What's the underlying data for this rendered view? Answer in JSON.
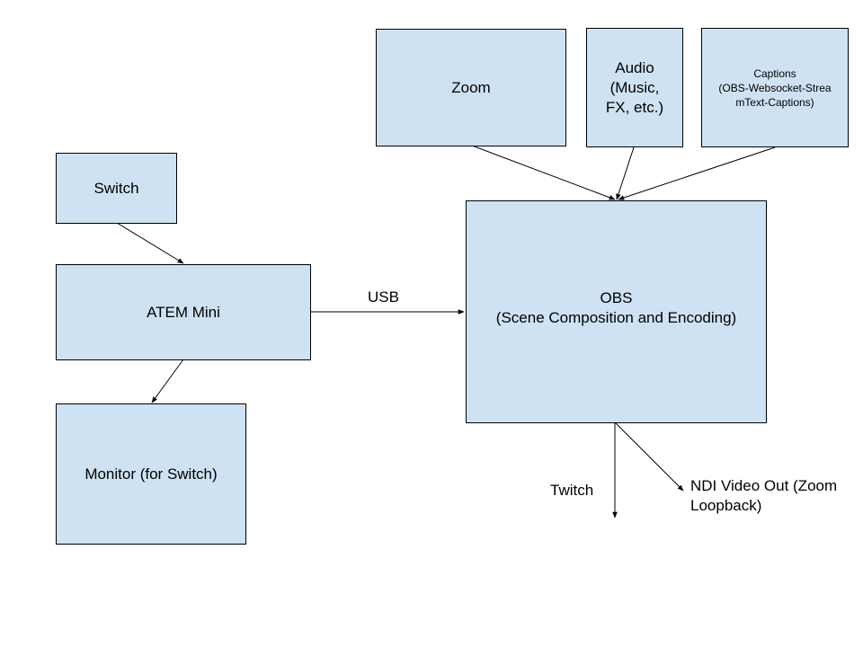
{
  "nodes": {
    "zoom": "Zoom",
    "audio": "Audio\n(Music,\nFX, etc.)",
    "captions": "Captions\n(OBS-Websocket-Strea\nmText-Captions)",
    "switch": "Switch",
    "atem": "ATEM Mini",
    "monitor": "Monitor (for Switch)",
    "obs": "OBS\n(Scene Composition and Encoding)"
  },
  "edge_labels": {
    "usb": "USB",
    "twitch": "Twitch",
    "ndi": "NDI Video Out (Zoom\nLoopback)"
  },
  "colors": {
    "node_fill": "#cfe2f3",
    "stroke": "#000000"
  }
}
